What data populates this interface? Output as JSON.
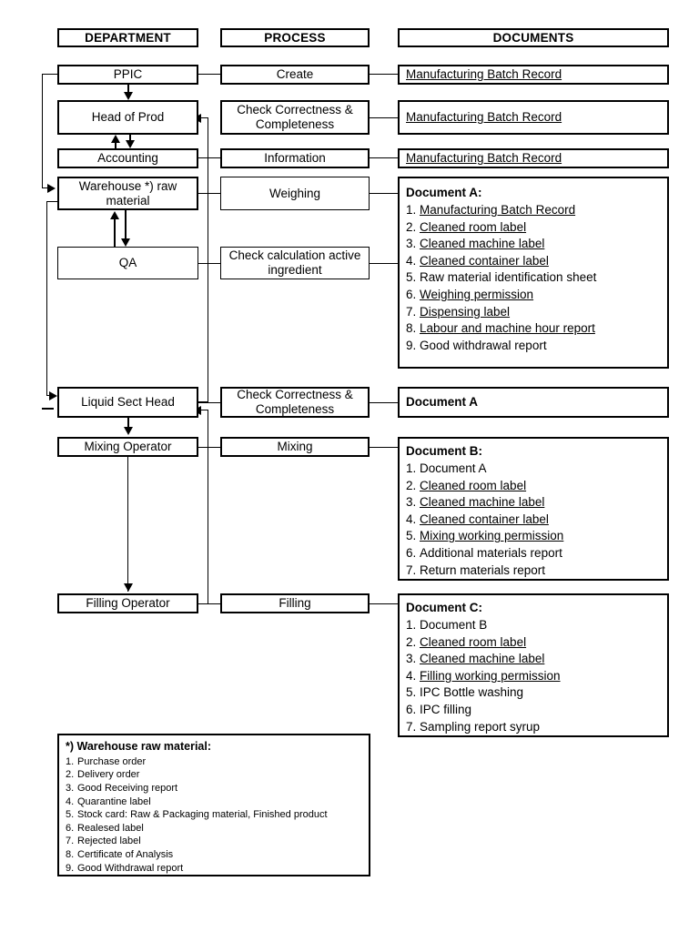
{
  "headers": [
    {
      "label": "DEPARTMENT"
    },
    {
      "label": "PROCESS"
    },
    {
      "label": "DOCUMENTS"
    }
  ],
  "department": [
    {
      "label": "PPIC"
    },
    {
      "label": "Head of Prod"
    },
    {
      "label": "Accounting"
    },
    {
      "label": "Warehouse  *) raw material"
    },
    {
      "label": "QA"
    },
    {
      "label": "Liquid Sect Head"
    },
    {
      "label": "Mixing Operator"
    },
    {
      "label": "Filling Operator"
    }
  ],
  "process": [
    {
      "label": "Create"
    },
    {
      "label": "Check Correctness & Completeness"
    },
    {
      "label": "Information"
    },
    {
      "label": "Weighing"
    },
    {
      "label": "Check calculation active ingredient"
    },
    {
      "label": "Check Correctness & Completeness"
    },
    {
      "label": "Mixing"
    },
    {
      "label": "Filling"
    }
  ],
  "documents": {
    "mbr1": {
      "title": "Manufacturing Batch Record",
      "underline": true
    },
    "mbr2": {
      "title": "Manufacturing Batch Record",
      "underline": true
    },
    "mbr3": {
      "title": "Manufacturing Batch Record",
      "underline": true
    },
    "doc_a": {
      "title": "Document A:",
      "items": [
        {
          "n": "1.",
          "text": "Manufacturing Batch Record",
          "underline": true
        },
        {
          "n": "2.",
          "text": "Cleaned room label",
          "underline": true
        },
        {
          "n": "3.",
          "text": "Cleaned machine label",
          "underline": true
        },
        {
          "n": "4.",
          "text": "Cleaned container label",
          "underline": true
        },
        {
          "n": "5.",
          "text": "Raw material identification sheet",
          "underline": false
        },
        {
          "n": "6.",
          "text": "Weighing permission",
          "underline": true
        },
        {
          "n": "7.",
          "text": "Dispensing label",
          "underline": true
        },
        {
          "n": "8.",
          "text": "Labour and machine hour report",
          "underline": true
        },
        {
          "n": "9.",
          "text": "Good withdrawal report",
          "underline": false
        }
      ]
    },
    "doc_a_ref": {
      "title": "Document A"
    },
    "doc_b": {
      "title": "Document B:",
      "items": [
        {
          "n": "1.",
          "text": "Document A",
          "underline": false
        },
        {
          "n": "2.",
          "text": "Cleaned room label",
          "underline": true
        },
        {
          "n": "3.",
          "text": "Cleaned machine label",
          "underline": true
        },
        {
          "n": "4.",
          "text": "Cleaned container label",
          "underline": true
        },
        {
          "n": "5.",
          "text": "Mixing working permission",
          "underline": true
        },
        {
          "n": "6.",
          "text": "Additional materials report",
          "underline": false
        },
        {
          "n": "7.",
          "text": "Return materials report",
          "underline": false
        }
      ]
    },
    "doc_c": {
      "title": "Document C:",
      "items": [
        {
          "n": "1.",
          "text": "Document B",
          "underline": false
        },
        {
          "n": "2.",
          "text": "Cleaned room label",
          "underline": true
        },
        {
          "n": "3.",
          "text": "Cleaned machine label",
          "underline": true
        },
        {
          "n": "4.",
          "text": "Filling working permission",
          "underline": true
        },
        {
          "n": "5.",
          "text": "IPC Bottle washing",
          "underline": false
        },
        {
          "n": "6.",
          "text": "IPC filling",
          "underline": false
        },
        {
          "n": "7.",
          "text": "Sampling report syrup",
          "underline": false
        }
      ]
    }
  },
  "footnote": {
    "title": "*) Warehouse raw material:",
    "items": [
      {
        "n": "1.",
        "text": "Purchase order"
      },
      {
        "n": "2.",
        "text": "Delivery order"
      },
      {
        "n": "3.",
        "text": "Good Receiving report"
      },
      {
        "n": "4.",
        "text": "Quarantine label"
      },
      {
        "n": "5.",
        "text": "Stock card: Raw & Packaging material, Finished product"
      },
      {
        "n": "6.",
        "text": "Realesed label"
      },
      {
        "n": "7.",
        "text": "Rejected label"
      },
      {
        "n": "8.",
        "text": "Certificate of Analysis"
      },
      {
        "n": "9.",
        "text": "Good Withdrawal report"
      }
    ]
  },
  "colors": {
    "line": "#000000",
    "background": "#ffffff"
  }
}
